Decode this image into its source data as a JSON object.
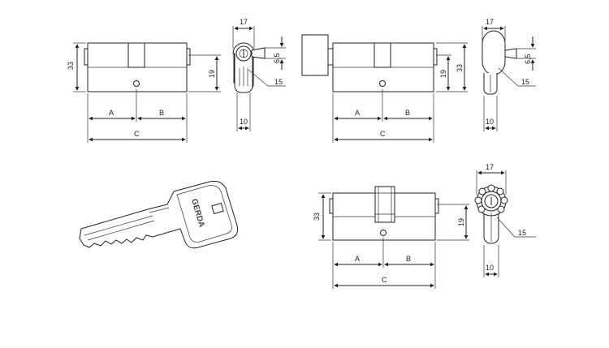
{
  "labels": {
    "a": "A",
    "b": "B",
    "c": "C",
    "height_33": "33",
    "height_19": "19",
    "width_17": "17",
    "width_10": "10",
    "diam_15": "15",
    "cam_6_5": "6,5"
  },
  "key": {
    "brand": "GERDA"
  }
}
